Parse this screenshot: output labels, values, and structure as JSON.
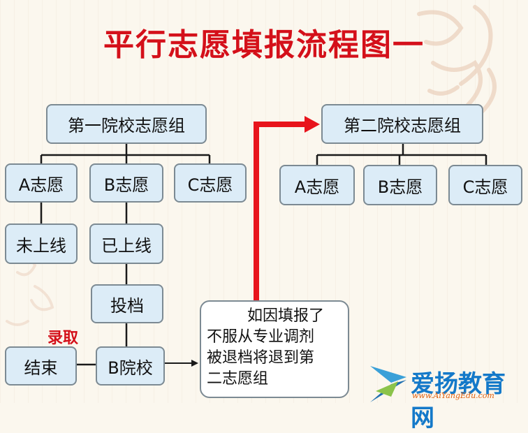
{
  "title": "平行志愿填报流程图一",
  "group1": {
    "label": "第一院校志愿组",
    "choices": [
      "A志愿",
      "B志愿",
      "C志愿"
    ],
    "a_status": "未上线",
    "b_status": "已上线",
    "b_step": "投档",
    "b_result": "B院校",
    "end": "结束",
    "admit_label": "录取"
  },
  "group2": {
    "label": "第二院校志愿组",
    "choices": [
      "A志愿",
      "B志愿",
      "C志愿"
    ]
  },
  "note": {
    "lines": [
      "如因填报了",
      "不服从专业调剂",
      "被退档将退到第",
      "二志愿组"
    ]
  },
  "watermark": {
    "brand": "爱扬教育网",
    "url": "www.AiYangEdu.com"
  },
  "colors": {
    "title": "#d4101a",
    "box_fill": "#dcecf7",
    "box_border": "#7c8a93",
    "arrow": "#e8141c",
    "brand_blue": "#1479c9"
  }
}
